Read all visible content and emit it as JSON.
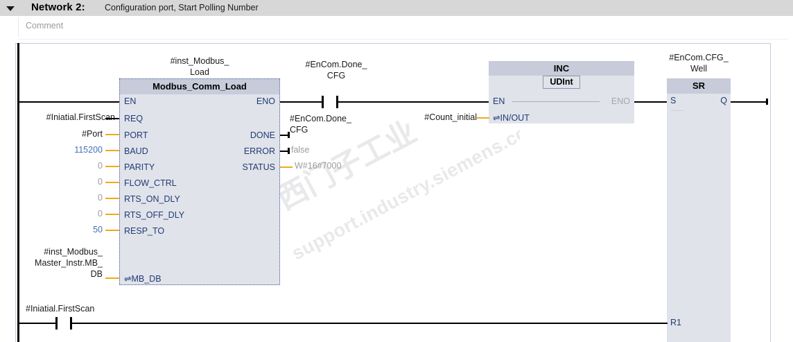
{
  "network": {
    "collapse_icon": "chevron-down-icon",
    "title": "Network 2:",
    "description": "Configuration port, Start Polling Number",
    "comment_placeholder": "Comment"
  },
  "colors": {
    "header_bar": "#d7d7d7",
    "block_body": "#e1e3eb",
    "block_header": "#c7cbda",
    "block_border": "#3c4f90",
    "pin_text": "#1f3b73",
    "wire": "#000000",
    "wire_inout": "#ecab1c",
    "wire_disabled": "#a9aab4",
    "value_blue": "#4472b4",
    "value_gray": "#9b9b9b",
    "frame_border": "#c9c9dc"
  },
  "watermark": {
    "line1": "西门子工业",
    "line2": "support.industry.siemens.com"
  },
  "rungs": {
    "main": {
      "contact": {
        "label_line1": "#EnCom.Done_",
        "label_line2": "CFG",
        "type": "normally-open-contact"
      }
    },
    "second": {
      "contact": {
        "label_line1": "#Iniatial.FirstScan",
        "type": "normally-open-contact"
      }
    }
  },
  "blocks": [
    {
      "id": "modbus-comm-load",
      "instance_name_line1": "#inst_Modbus_",
      "instance_name_line2": "Load",
      "title": "Modbus_Comm_Load",
      "inputs": [
        {
          "pin": "EN",
          "operand": "",
          "style": "none"
        },
        {
          "pin": "REQ",
          "operand": "#Iniatial.FirstScan",
          "style": "black"
        },
        {
          "pin": "PORT",
          "operand": "#Port",
          "style": "black"
        },
        {
          "pin": "BAUD",
          "operand": "115200",
          "style": "blue"
        },
        {
          "pin": "PARITY",
          "operand": "0",
          "style": "gray"
        },
        {
          "pin": "FLOW_CTRL",
          "operand": "0",
          "style": "gray"
        },
        {
          "pin": "RTS_ON_DLY",
          "operand": "0",
          "style": "gray"
        },
        {
          "pin": "RTS_OFF_DLY",
          "operand": "0",
          "style": "gray"
        },
        {
          "pin": "RESP_TO",
          "operand": "50",
          "style": "blue"
        }
      ],
      "inout": {
        "pin": "MB_DB",
        "prefix_icon": "inout-arrows-icon",
        "operand_line1": "#inst_Modbus_",
        "operand_line2": "Master_Instr.MB_",
        "operand_line3": "DB"
      },
      "outputs": [
        {
          "pin": "ENO",
          "operand": "",
          "style": "none"
        },
        {
          "pin": "DONE",
          "operand_line1": "#EnCom.Done_",
          "operand_line2": "CFG",
          "style": "black"
        },
        {
          "pin": "ERROR",
          "operand": "false",
          "style": "gray"
        },
        {
          "pin": "STATUS",
          "operand": "W#16#7000",
          "style": "gray"
        }
      ]
    },
    {
      "id": "inc-block",
      "title": "INC",
      "subtype": "UDInt",
      "inputs": [
        {
          "pin": "EN",
          "operand": "",
          "style": "none"
        }
      ],
      "inout": {
        "pin": "IN/OUT",
        "prefix_icon": "inout-arrows-icon",
        "operand": "#Count_initial"
      },
      "outputs": [
        {
          "pin": "ENO",
          "operand": "",
          "style": "disabled"
        }
      ]
    },
    {
      "id": "sr-block",
      "instance_name_line1": "#EnCom.CFG_",
      "instance_name_line2": "Well",
      "title": "SR",
      "inputs": [
        {
          "pin": "S",
          "operand": "",
          "style": "none"
        },
        {
          "pin": "R1",
          "operand": "",
          "style": "none"
        }
      ],
      "outputs": [
        {
          "pin": "Q",
          "operand": "",
          "style": "none"
        }
      ]
    }
  ]
}
